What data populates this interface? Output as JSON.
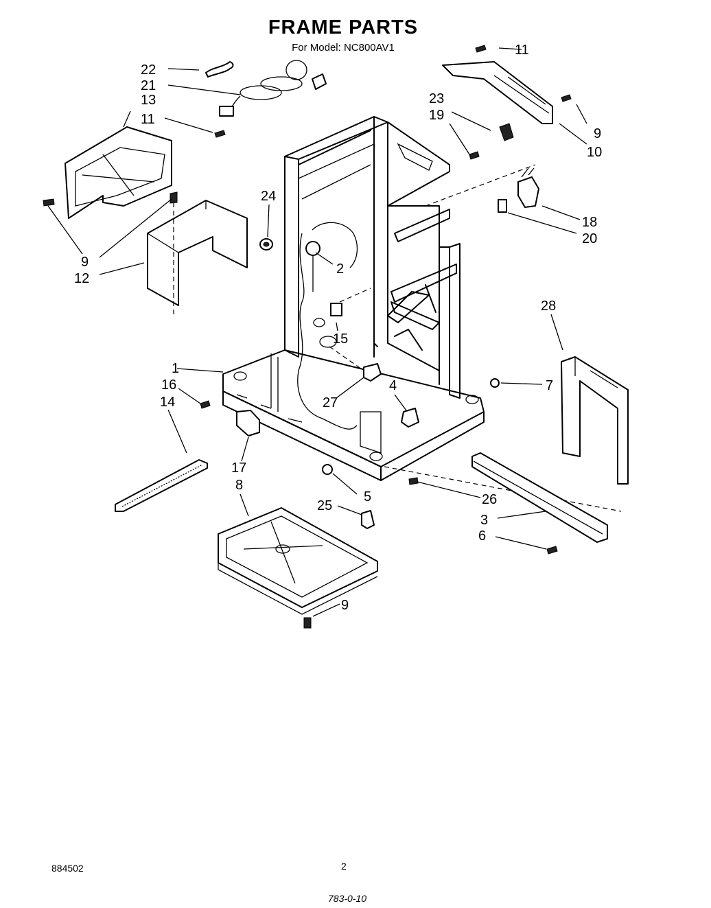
{
  "header": {
    "title": "FRAME PARTS",
    "model_line": "For Model: NC800AV1"
  },
  "callouts": {
    "c1": "1",
    "c2": "2",
    "c3": "3",
    "c4": "4",
    "c5": "5",
    "c6": "6",
    "c7": "7",
    "c8": "8",
    "c9a": "9",
    "c9b": "9",
    "c9c": "9",
    "c10": "10",
    "c11a": "11",
    "c11b": "11",
    "c12": "12",
    "c13": "13",
    "c14": "14",
    "c15": "15",
    "c16": "16",
    "c17": "17",
    "c18": "18",
    "c19": "19",
    "c20": "20",
    "c21": "21",
    "c22": "22",
    "c23": "23",
    "c24": "24",
    "c25": "25",
    "c26": "26",
    "c27": "27",
    "c28": "28"
  },
  "footer": {
    "doc_number": "884502",
    "page_number": "2",
    "bottom_code": "783-0-10"
  }
}
